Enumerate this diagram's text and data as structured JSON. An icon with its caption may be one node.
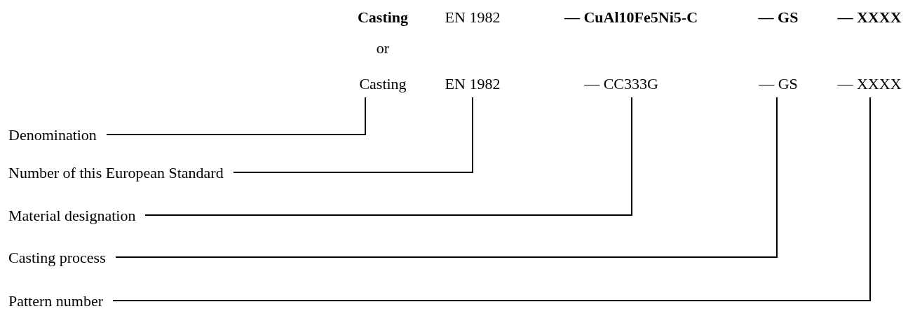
{
  "diagram": {
    "nodes": [
      {
        "text": [
          "Casting"
        ]
      },
      {
        "text": [
          "EN 1982"
        ]
      },
      {
        "text": [
          "— CC333G"
        ]
      },
      {
        "text": [
          "— GS"
        ]
      },
      {
        "text": [
          "— XXXX"
        ]
      },
      {
        "text": [
          "Denomination"
        ]
      },
      {
        "text": [
          "Number of this European Standard"
        ]
      },
      {
        "text": [
          "Material designation"
        ]
      },
      {
        "text": [
          "Casting process"
        ]
      },
      {
        "text": [
          "Pattern number"
        ]
      }
    ],
    "edges": [
      {
        "from": 5,
        "to": 0,
        "arrow": "none"
      },
      {
        "from": 6,
        "to": 1,
        "arrow": "none"
      },
      {
        "from": 7,
        "to": 2,
        "arrow": "none"
      },
      {
        "from": 8,
        "to": 3,
        "arrow": "none"
      },
      {
        "from": 9,
        "to": 4,
        "arrow": "none"
      }
    ],
    "labels": [
      "Casting",
      "EN 1982",
      "— CuAl10Fe5Ni5-C",
      "— GS",
      "— XXXX",
      "or"
    ]
  }
}
